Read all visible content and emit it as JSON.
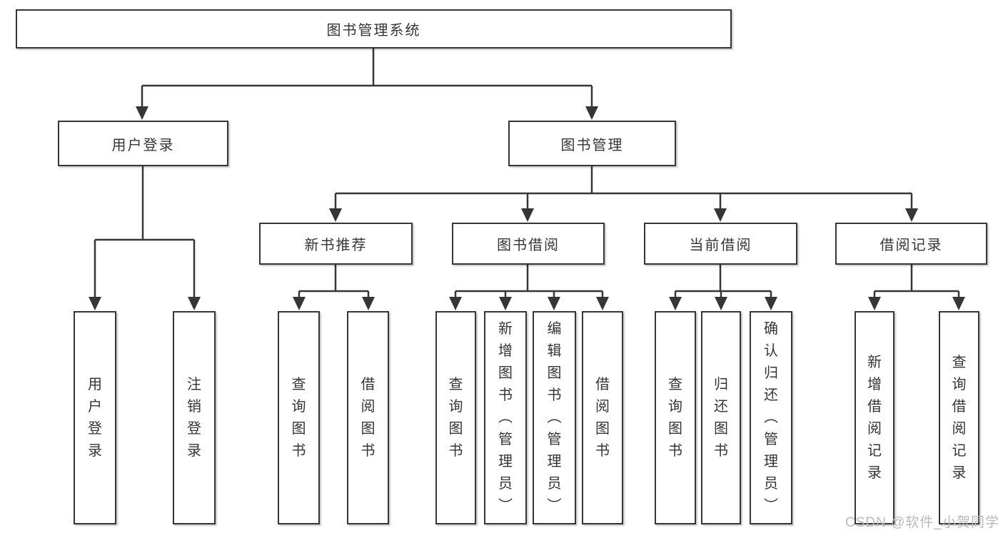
{
  "tree": {
    "root": {
      "label": "图书管理系统",
      "children": [
        {
          "label": "用户登录",
          "children": [
            {
              "label": "用户登录"
            },
            {
              "label": "注销登录"
            }
          ]
        },
        {
          "label": "图书管理",
          "children": [
            {
              "label": "新书推荐",
              "children": [
                {
                  "label": "查询图书"
                },
                {
                  "label": "借阅图书"
                }
              ]
            },
            {
              "label": "图书借阅",
              "children": [
                {
                  "label": "查询图书"
                },
                {
                  "label": "新增图书（管理员）"
                },
                {
                  "label": "编辑图书（管理员）"
                },
                {
                  "label": "借阅图书"
                }
              ]
            },
            {
              "label": "当前借阅",
              "children": [
                {
                  "label": "查询图书"
                },
                {
                  "label": "归还图书"
                },
                {
                  "label": "确认归还（管理员）"
                }
              ]
            },
            {
              "label": "借阅记录",
              "children": [
                {
                  "label": "新增借阅记录"
                },
                {
                  "label": "查询借阅记录"
                }
              ]
            }
          ]
        }
      ]
    }
  },
  "watermark": {
    "text": "CSDN @软件_小贺同学"
  },
  "colors": {
    "line": "#363636",
    "box_border": "#363636",
    "text": "#353535",
    "watermark": "#b9b9b9",
    "background": "#ffffff"
  }
}
